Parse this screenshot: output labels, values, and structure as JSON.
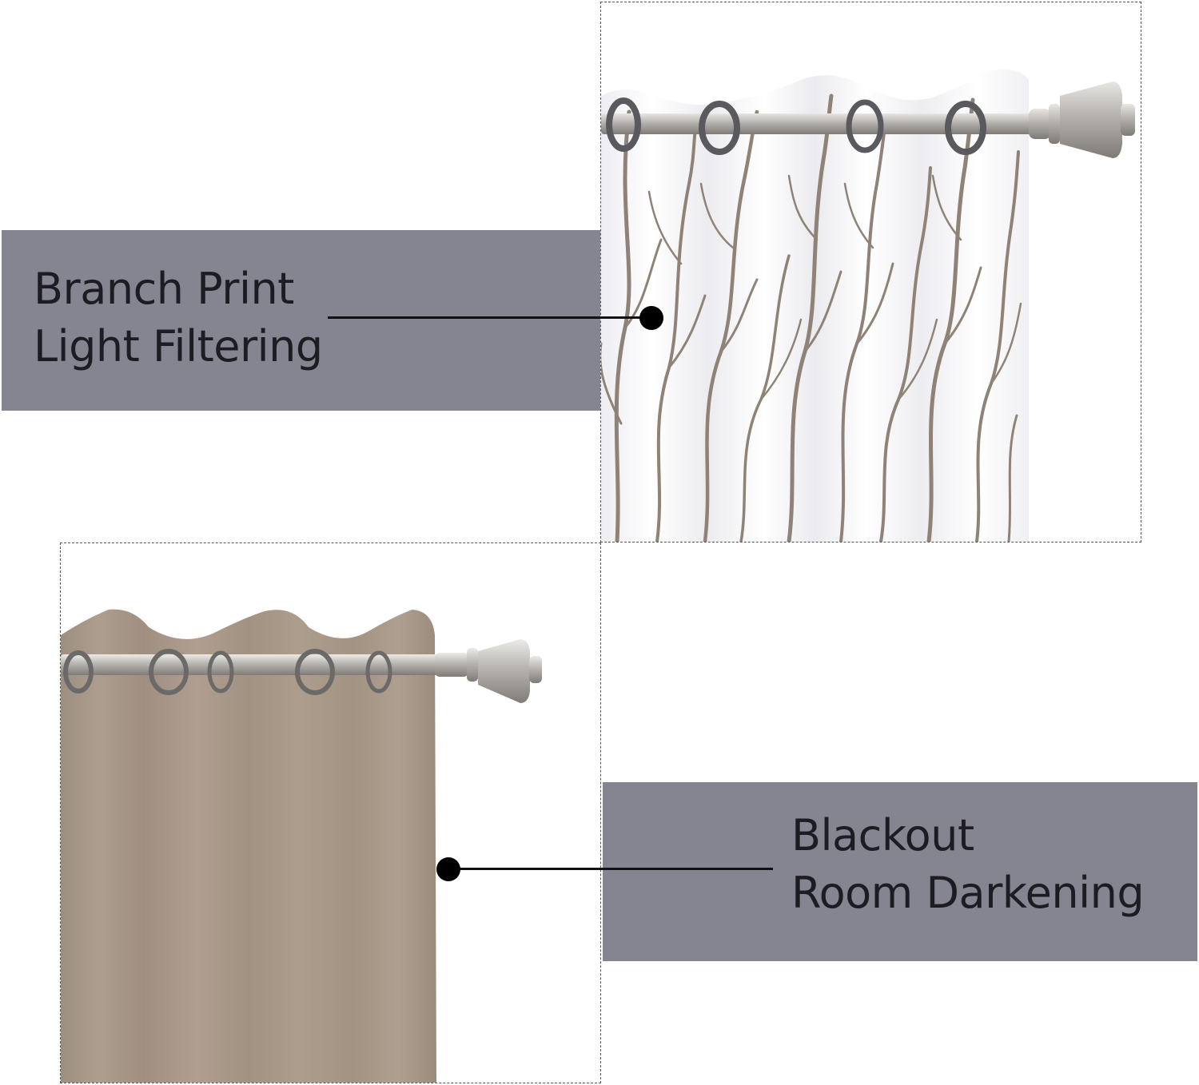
{
  "callouts": {
    "top": {
      "line1": "Branch Print",
      "line2": "Light Filtering"
    },
    "bottom": {
      "line1": "Blackout",
      "line2": "Room Darkening"
    }
  },
  "colors": {
    "label_band": "#848591",
    "label_text": "#1c1c22",
    "sheer_fabric": "#f7f7f9",
    "branch_print": "#8e8376",
    "blackout_fabric": "#a8998a",
    "rod_metal": "#b5b2ad"
  }
}
